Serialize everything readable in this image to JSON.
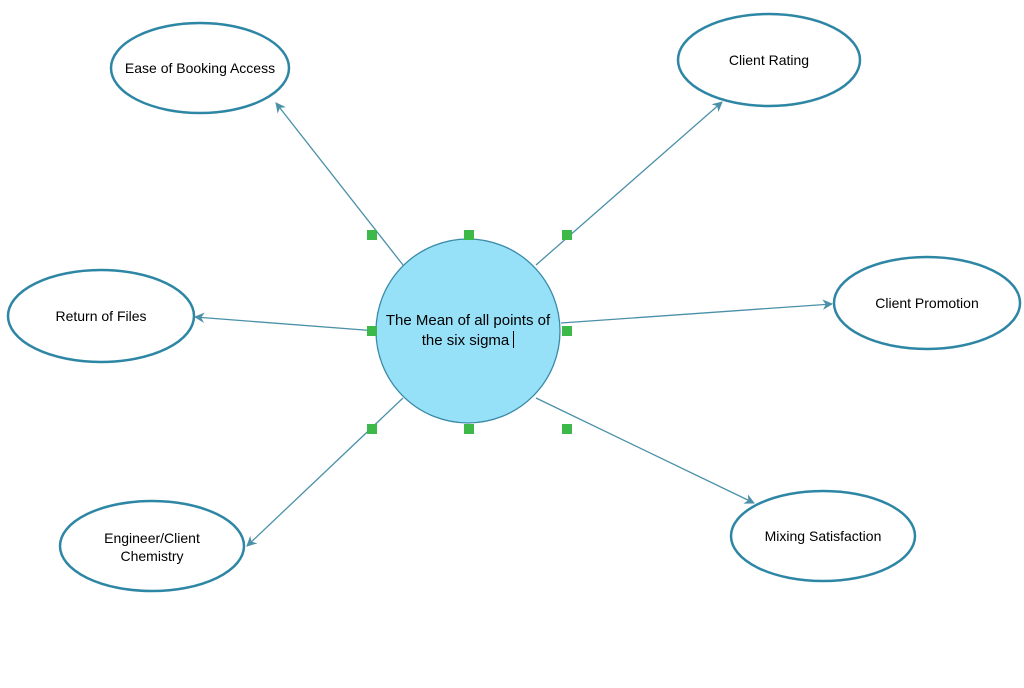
{
  "diagram": {
    "type": "mind-map",
    "center": {
      "label_line1": "The Mean of all points of",
      "label_line2": "the six sigma",
      "fill": "#96e0f8",
      "stroke": "#3a8aa8",
      "selected": true
    },
    "nodes": [
      {
        "id": "ease-of-booking-access",
        "label": "Ease of Booking Access"
      },
      {
        "id": "client-rating",
        "label": "Client Rating"
      },
      {
        "id": "return-of-files",
        "label": "Return of Files"
      },
      {
        "id": "client-promotion",
        "label": "Client Promotion"
      },
      {
        "id": "engineer-client-chemistry",
        "label_line1": "Engineer/Client",
        "label_line2": "Chemistry"
      },
      {
        "id": "mixing-satisfaction",
        "label": "Mixing Satisfaction"
      }
    ],
    "node_stroke": "#2e86a5",
    "edge_color": "#4a90a8",
    "handle_color": "#3db94a"
  }
}
